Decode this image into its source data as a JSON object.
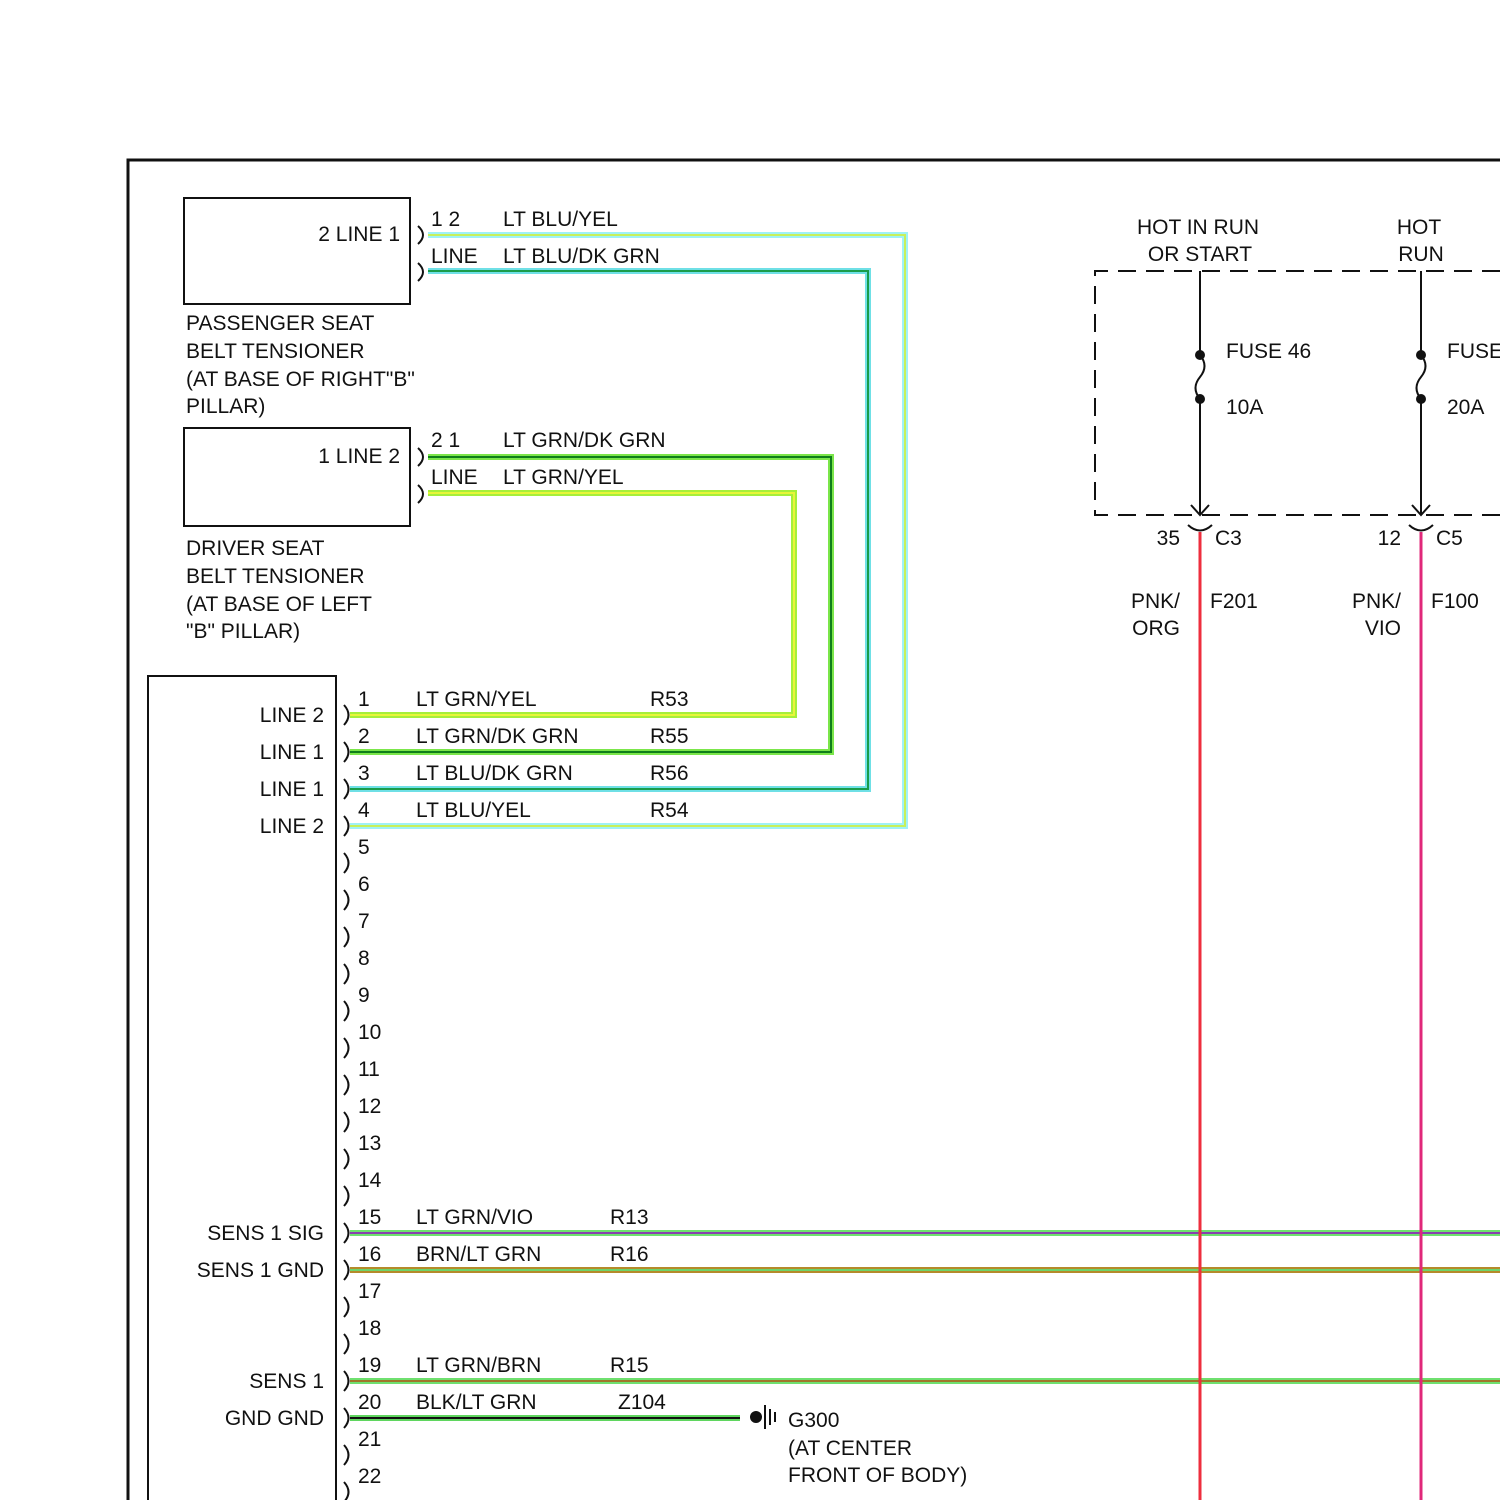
{
  "colors": {
    "frame": "#111111",
    "lt_blu_yel": "#5fe0e8",
    "lt_blu_dk_grn": "#22b8a6",
    "lt_grn_dk_grn": "#22b022",
    "lt_grn_yel": "#b6ef2e",
    "lt_grn_vio": "#33cc33",
    "brn_lt_grn": "#8a7a1e",
    "lt_grn_brn": "#44cc44",
    "blk_lt_grn": "#1a3a1a",
    "pnk_org": "#ee2e3e",
    "pnk_vio": "#e0287a"
  },
  "passenger": {
    "box_label": "2 LINE 1",
    "pins": "1 2",
    "pin_label": "LINE",
    "wire1": "LT BLU/YEL",
    "wire2": "LT BLU/DK GRN",
    "name": [
      "PASSENGER SEAT",
      "BELT TENSIONER",
      "(AT BASE OF RIGHT\"B\"",
      "PILLAR)"
    ]
  },
  "driver": {
    "box_label": "1 LINE 2",
    "pins": "2 1",
    "pin_label": "LINE",
    "wire1": "LT GRN/DK GRN",
    "wire2": "LT GRN/YEL",
    "name": [
      "DRIVER SEAT",
      "BELT TENSIONER",
      "(AT BASE OF LEFT",
      "\"B\" PILLAR)"
    ]
  },
  "module_pins": [
    {
      "pin": "1",
      "label": "LINE 2",
      "wire": "LT GRN/YEL",
      "circuit": "R53",
      "color": "#b6ef2e"
    },
    {
      "pin": "2",
      "label": "LINE 1",
      "wire": "LT GRN/DK GRN",
      "circuit": "R55",
      "color": "#22b022"
    },
    {
      "pin": "3",
      "label": "LINE 1",
      "wire": "LT BLU/DK GRN",
      "circuit": "R56",
      "color": "#22b8a6"
    },
    {
      "pin": "4",
      "label": "LINE 2",
      "wire": "LT BLU/YEL",
      "circuit": "R54",
      "color": "#5fe0e8"
    },
    {
      "pin": "5"
    },
    {
      "pin": "6"
    },
    {
      "pin": "7"
    },
    {
      "pin": "8"
    },
    {
      "pin": "9"
    },
    {
      "pin": "10"
    },
    {
      "pin": "11"
    },
    {
      "pin": "12"
    },
    {
      "pin": "13"
    },
    {
      "pin": "14"
    },
    {
      "pin": "15",
      "label": "SENS 1 SIG",
      "wire": "LT GRN/VIO",
      "circuit": "R13",
      "color": "#33cc33"
    },
    {
      "pin": "16",
      "label": "SENS 1 GND",
      "wire": "BRN/LT GRN",
      "circuit": "R16",
      "color": "#8a7a1e"
    },
    {
      "pin": "17"
    },
    {
      "pin": "18"
    },
    {
      "pin": "19",
      "label": "SENS 1",
      "wire": "LT GRN/BRN",
      "circuit": "R15",
      "color": "#44cc44"
    },
    {
      "pin": "20",
      "label": "GND GND",
      "wire": "BLK/LT GRN",
      "circuit": "Z104",
      "color": "#1a3a1a"
    },
    {
      "pin": "21"
    },
    {
      "pin": "22"
    }
  ],
  "ground": {
    "name": "G300",
    "location": [
      "(AT CENTER",
      "FRONT OF BODY)"
    ]
  },
  "fuse_box": {
    "fuses": [
      {
        "hot": [
          "HOT IN RUN",
          "OR START"
        ],
        "name": "FUSE 46",
        "rating": "10A",
        "pin": "35",
        "connector": "C3",
        "wire": [
          "PNK/",
          "ORG"
        ],
        "circuit": "F201",
        "color": "#ee2e3e"
      },
      {
        "hot": [
          "HOT",
          "RUN"
        ],
        "name": "FUSE",
        "rating": "20A",
        "pin": "12",
        "connector": "C5",
        "wire": [
          "PNK/",
          "VIO"
        ],
        "circuit": "F100",
        "color": "#e0287a"
      }
    ]
  }
}
